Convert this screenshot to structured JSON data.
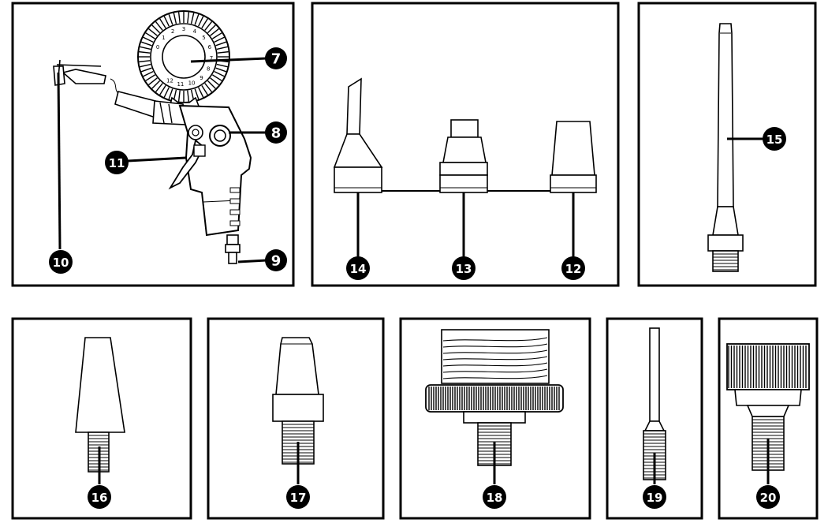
{
  "callouts": {
    "c7": "7",
    "c8": "8",
    "c9": "9",
    "c10": "10",
    "c11": "11",
    "c12": "12",
    "c13": "13",
    "c14": "14",
    "c15": "15",
    "c16": "16",
    "c17": "17",
    "c18": "18",
    "c19": "19",
    "c20": "20"
  },
  "gauge_scale": [
    "0",
    "1",
    "2",
    "3",
    "4",
    "5",
    "6",
    "7",
    "8",
    "9",
    "10",
    "11",
    "12"
  ],
  "colors": {
    "line": "#000000",
    "background": "#ffffff",
    "badge": "#000000",
    "badge_text": "#ffffff"
  }
}
